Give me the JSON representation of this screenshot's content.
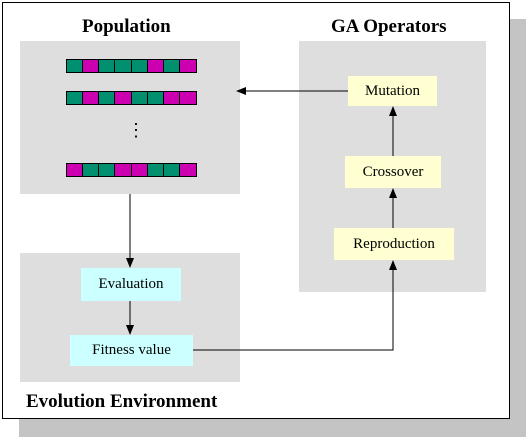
{
  "titles": {
    "population": "Population",
    "ga_operators": "GA Operators",
    "evolution_environment": "Evolution Environment"
  },
  "operators": {
    "mutation": "Mutation",
    "crossover": "Crossover",
    "reproduction": "Reproduction"
  },
  "environment": {
    "evaluation": "Evaluation",
    "fitness_value": "Fitness value"
  },
  "population": {
    "chromosomes": [
      [
        "t",
        "m",
        "t",
        "t",
        "t",
        "m",
        "t",
        "m"
      ],
      [
        "t",
        "m",
        "t",
        "m",
        "t",
        "t",
        "m",
        "m"
      ],
      [
        "m",
        "t",
        "t",
        "m",
        "m",
        "t",
        "t",
        "m"
      ]
    ],
    "ellipsis": "⋮"
  },
  "colors": {
    "gene_teal": "#008f6f",
    "gene_magenta": "#cc00b0",
    "panel": "#dedede",
    "operator_box": "#ffffd2",
    "environment_box": "#ccffff"
  }
}
